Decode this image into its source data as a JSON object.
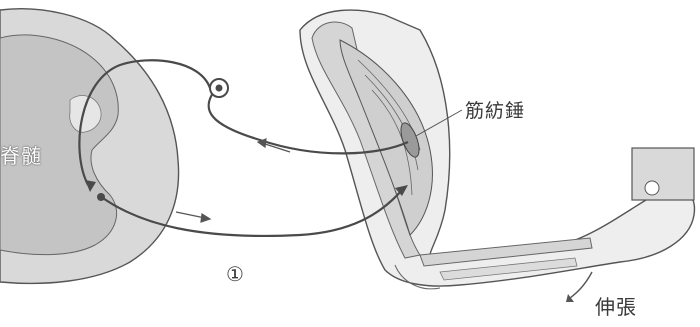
{
  "labels": {
    "spinal_cord": "脊髄",
    "muscle_spindle": "筋紡錘",
    "figure_number": "①",
    "stretch": "伸張"
  },
  "colors": {
    "tissue_fill": "#d7d7d7",
    "gray_matter": "#c8c8c8",
    "nerve": "#4a4a4a",
    "outline": "#555555"
  }
}
